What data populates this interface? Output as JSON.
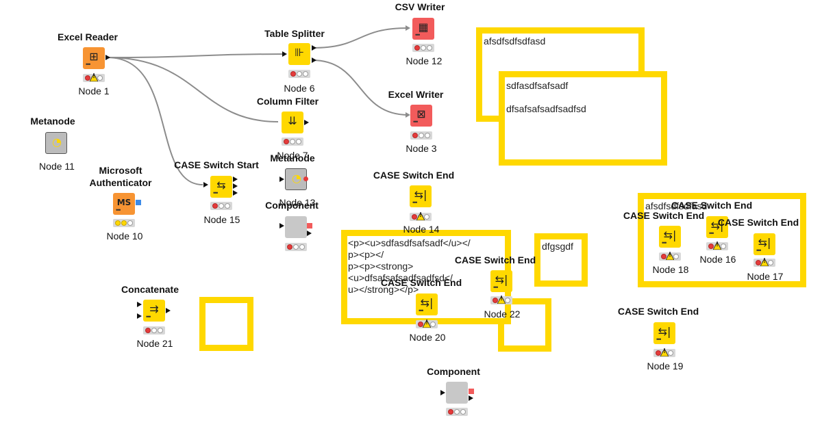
{
  "colors": {
    "annotation_border": "#ffd800",
    "node_yellow": "#ffd800",
    "node_orange": "#f79433",
    "node_red": "#f25b5b",
    "component_gray": "#c8c8c8",
    "connection": "#8c8c8c"
  },
  "annotations": [
    {
      "id": "a1",
      "text": "afsdfsdfsdfasd"
    },
    {
      "id": "a2",
      "text": "sdfasdfsafsadf\n\ndfsafsafsadfsadfsd"
    },
    {
      "id": "a3",
      "text": "<p><u>sdfasdfsafsadf</u></\np><p></\np><p><strong><u>dfsafsafsadfsadfsd</\nu></strong></p>"
    },
    {
      "id": "a4",
      "text": "dfgsgdf"
    },
    {
      "id": "a5",
      "text": "afsdfsdfsdfasd"
    },
    {
      "id": "a6",
      "text": ""
    }
  ],
  "nodes": [
    {
      "id": "n1",
      "title": "Excel Reader",
      "label": "Node 1",
      "icon": "excel-reader-icon",
      "status": "red-warning"
    },
    {
      "id": "n6",
      "title": "Table Splitter",
      "label": "Node 6",
      "icon": "table-splitter-icon",
      "status": "red"
    },
    {
      "id": "n12",
      "title": "CSV Writer",
      "label": "Node 12",
      "icon": "csv-writer-icon",
      "status": "red"
    },
    {
      "id": "n3",
      "title": "Excel Writer",
      "label": "Node 3",
      "icon": "excel-writer-icon",
      "status": "red"
    },
    {
      "id": "n7",
      "title": "Column Filter",
      "label": "Node 7",
      "icon": "column-filter-icon",
      "status": "red"
    },
    {
      "id": "n11",
      "title": "Metanode",
      "label": "Node 11",
      "icon": "metanode-icon",
      "status": "none"
    },
    {
      "id": "n10",
      "title": "Microsoft\nAuthenticator",
      "label": "Node 10",
      "icon": "microsoft-authenticator-icon",
      "status": "yellow"
    },
    {
      "id": "n15",
      "title": "CASE Switch Start",
      "label": "Node 15",
      "icon": "case-switch-start-icon",
      "status": "red"
    },
    {
      "id": "n13",
      "title": "Metanode",
      "label": "Node 13",
      "icon": "metanode-icon",
      "status": "none"
    },
    {
      "id": "nc1",
      "title": "Component",
      "label": "",
      "icon": "component-icon",
      "status": "red"
    },
    {
      "id": "n14",
      "title": "CASE Switch End",
      "label": "Node 14",
      "icon": "case-switch-end-icon",
      "status": "red-warning"
    },
    {
      "id": "n22",
      "title": "CASE Switch End",
      "label": "Node 22",
      "icon": "case-switch-end-icon",
      "status": "red-warning"
    },
    {
      "id": "n20",
      "title": "CASE Switch End",
      "label": "Node 20",
      "icon": "case-switch-end-icon",
      "status": "red-warning"
    },
    {
      "id": "n18",
      "title": "CASE Switch End",
      "label": "Node 18",
      "icon": "case-switch-end-icon",
      "status": "red-warning"
    },
    {
      "id": "n16",
      "title": "CASE Switch End",
      "label": "Node 16",
      "icon": "case-switch-end-icon",
      "status": "red-warning"
    },
    {
      "id": "n17",
      "title": "CASE Switch End",
      "label": "Node 17",
      "icon": "case-switch-end-icon",
      "status": "red-warning"
    },
    {
      "id": "n19",
      "title": "CASE Switch End",
      "label": "Node 19",
      "icon": "case-switch-end-icon",
      "status": "red-warning"
    },
    {
      "id": "n21",
      "title": "Concatenate",
      "label": "Node 21",
      "icon": "concatenate-icon",
      "status": "red"
    },
    {
      "id": "nc2",
      "title": "Component",
      "label": "",
      "icon": "component-icon",
      "status": "red"
    }
  ]
}
